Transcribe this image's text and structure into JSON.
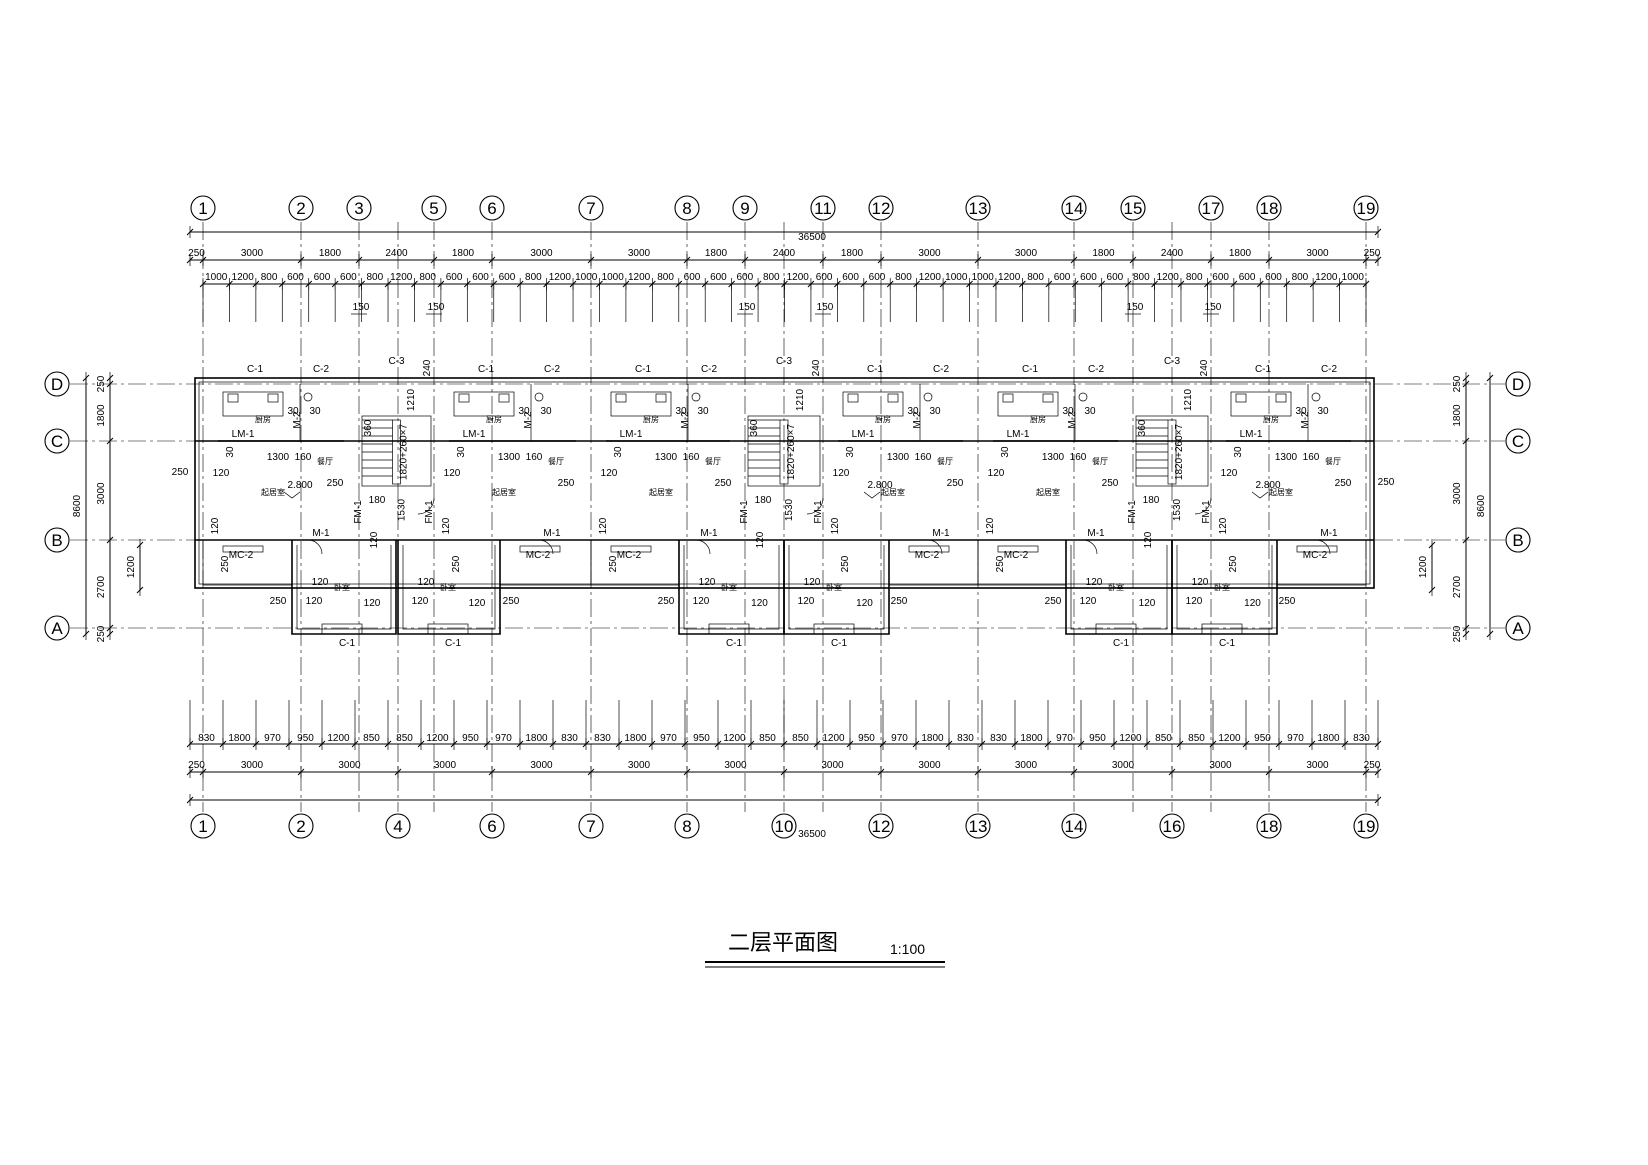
{
  "drawing": {
    "title": "二层平面图",
    "scale": "1:100",
    "overall_dimension": "36500"
  },
  "axes": {
    "top_labels": [
      "1",
      "2",
      "3",
      "5",
      "6",
      "7",
      "8",
      "9",
      "11",
      "12",
      "13",
      "14",
      "15",
      "17",
      "18",
      "19"
    ],
    "bottom_labels": [
      "1",
      "2",
      "4",
      "6",
      "7",
      "8",
      "10",
      "12",
      "13",
      "14",
      "16",
      "18",
      "19"
    ],
    "row_labels": [
      "D",
      "C",
      "B",
      "A"
    ]
  },
  "dimensions": {
    "top_row1": [
      "250",
      "3000",
      "1800",
      "2400",
      "1800",
      "3000",
      "3000",
      "1800",
      "2400",
      "1800",
      "3000",
      "3000",
      "1800",
      "2400",
      "1800",
      "3000",
      "250"
    ],
    "top_row2": [
      "1000",
      "1200",
      "800",
      "600",
      "600",
      "600",
      "800",
      "1200",
      "800",
      "600",
      "600",
      "600",
      "800",
      "1200",
      "1000",
      "1000",
      "1200",
      "800",
      "600",
      "600",
      "600",
      "800",
      "1200",
      "600",
      "600",
      "600",
      "800",
      "1200",
      "1000",
      "1000",
      "1200",
      "800",
      "600",
      "600",
      "600",
      "800",
      "1200",
      "800",
      "600",
      "600",
      "600",
      "800",
      "1200",
      "1000"
    ],
    "top_offsets": [
      "150",
      "150",
      "150",
      "150",
      "150",
      "150"
    ],
    "bottom_row1": [
      "830",
      "1800",
      "970",
      "950",
      "1200",
      "850",
      "850",
      "1200",
      "950",
      "970",
      "1800",
      "830",
      "830",
      "1800",
      "970",
      "950",
      "1200",
      "850",
      "850",
      "1200",
      "950",
      "970",
      "1800",
      "830",
      "830",
      "1800",
      "970",
      "950",
      "1200",
      "850",
      "850",
      "1200",
      "950",
      "970",
      "1800",
      "830"
    ],
    "bottom_row2": [
      "250",
      "3000",
      "3000",
      "3000",
      "3000",
      "3000",
      "3000",
      "3000",
      "3000",
      "3000",
      "3000",
      "3000",
      "3000",
      "250"
    ],
    "left_side": [
      "250",
      "1800",
      "3000",
      "2700",
      "250"
    ],
    "left_total": "8600",
    "left_extra": "1200",
    "right_side": [
      "250",
      "1800",
      "3000",
      "2700",
      "250"
    ],
    "right_total": "8600",
    "right_extra": "1200"
  },
  "labels": {
    "window_c1": "C-1",
    "window_c2": "C-2",
    "window_c3": "C-3",
    "door_lm1": "LM-1",
    "door_m1": "M-1",
    "door_m2": "M-2",
    "door_mc2": "MC-2",
    "door_fm1": "FM-1",
    "elevation": "2.800",
    "n120": "120",
    "n250": "250",
    "n180": "180",
    "n160": "160",
    "n150": "150",
    "n1300": "1300",
    "n30": "30",
    "n360": "360",
    "n1210": "1210",
    "n1530": "1530",
    "n1820": "1820",
    "n240": "240",
    "stair_dim": "1820+260×7"
  },
  "rooms": {
    "kitchen": "厨房",
    "dining": "餐厅",
    "living": "起居室",
    "bedroom": "卧室"
  }
}
